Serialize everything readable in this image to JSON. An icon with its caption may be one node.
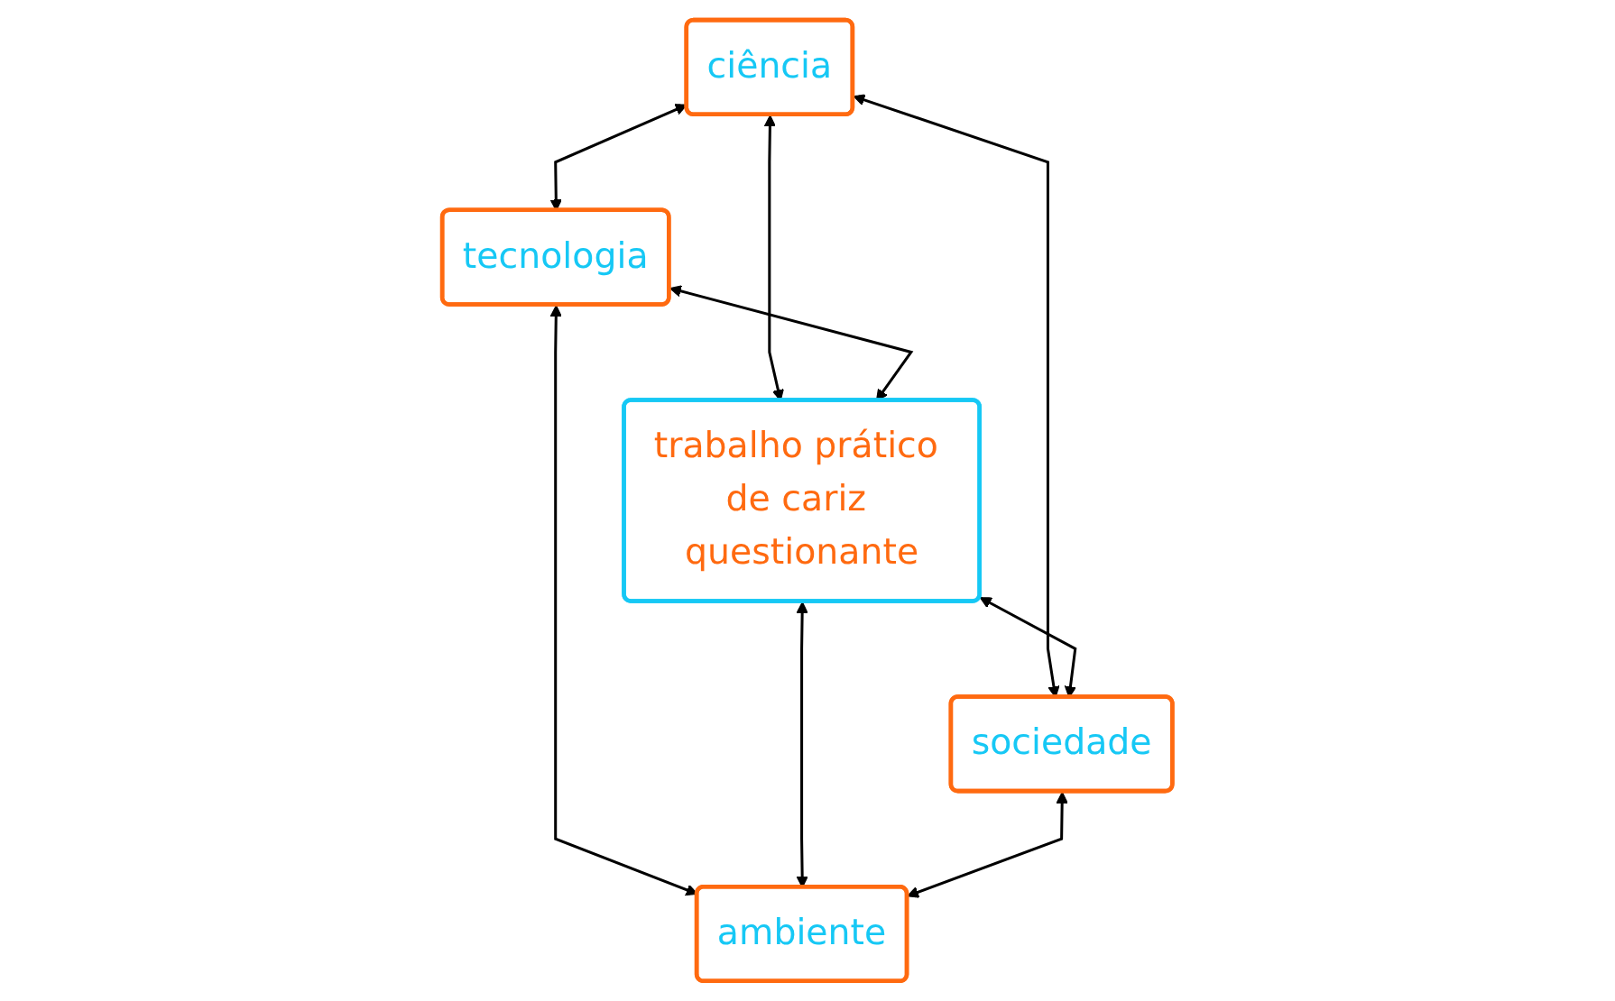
{
  "diagram": {
    "nodes": [
      {
        "text": [
          "ciência"
        ]
      },
      {
        "text": [
          "tecnologia"
        ]
      },
      {
        "text": [
          "trabalho prático de cariz questionante"
        ]
      },
      {
        "text": [
          "sociedade"
        ]
      },
      {
        "text": [
          "ambiente"
        ]
      }
    ],
    "edges": [
      {
        "from": 0,
        "to": 1,
        "arrow": "both"
      },
      {
        "from": 0,
        "to": 2,
        "arrow": "both"
      },
      {
        "from": 1,
        "to": 2,
        "arrow": "both"
      },
      {
        "from": 0,
        "to": 3,
        "arrow": "both"
      },
      {
        "from": 1,
        "to": 4,
        "arrow": "both"
      },
      {
        "from": 2,
        "to": 3,
        "arrow": "both"
      },
      {
        "from": 2,
        "to": 4,
        "arrow": "both"
      },
      {
        "from": 3,
        "to": 4,
        "arrow": "both"
      }
    ]
  }
}
